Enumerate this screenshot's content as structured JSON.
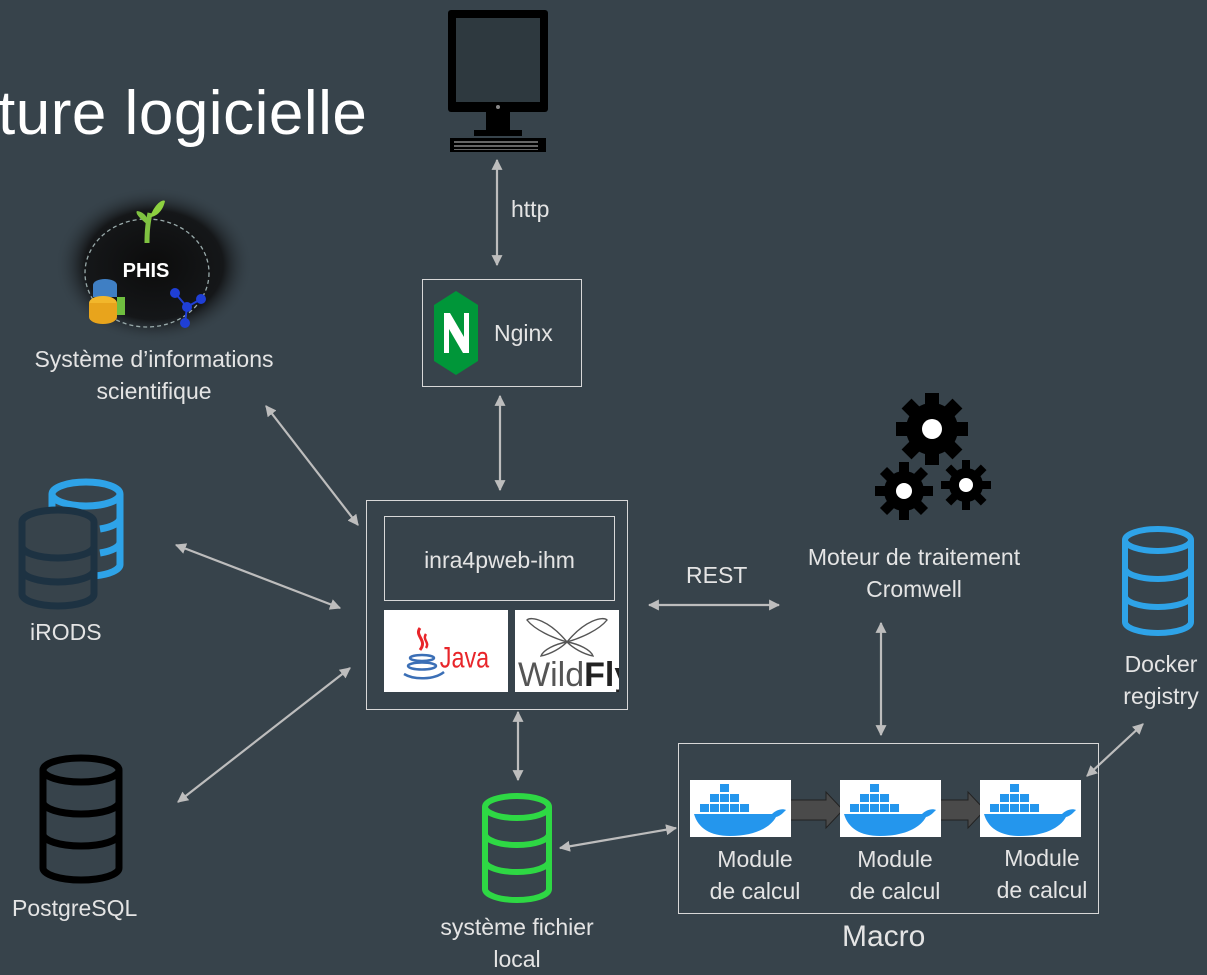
{
  "title": "ture logicielle",
  "colors": {
    "background": "#37434b",
    "irods_blue": "#2ea3e8",
    "irods_dark": "#1d3242",
    "local_fs_green": "#2ed844",
    "docker_blue": "#2496ed",
    "nginx_green": "#009639"
  },
  "labels": {
    "http": "http",
    "nginx": "Nginx",
    "si_line1": "Système d’informations",
    "si_line2": "scientifique",
    "phis": "PHIS",
    "irods": "iRODS",
    "postgresql": "PostgreSQL",
    "ihm": "inra4pweb-ihm",
    "java": "Java",
    "wildfly_a": "Wild",
    "wildfly_b": "Fly",
    "rest": "REST",
    "engine_line1": "Moteur de traitement",
    "engine_line2": "Cromwell",
    "docker_line1": "Docker",
    "docker_line2": "registry",
    "local_fs_line1": "système fichier",
    "local_fs_line2": "local",
    "macro": "Macro",
    "modules": [
      {
        "line1": "Module",
        "line2": "de calcul"
      },
      {
        "line1": "Module",
        "line2": "de calcul"
      },
      {
        "line1": "Module",
        "line2": "de calcul"
      }
    ]
  },
  "icons": [
    "computer-icon",
    "nginx-logo-icon",
    "phis-logo-icon",
    "irods-database-icon",
    "postgresql-database-icon",
    "java-logo-icon",
    "wildfly-logo-icon",
    "gears-icon",
    "docker-registry-database-icon",
    "local-filesystem-database-icon",
    "docker-whale-icon"
  ]
}
